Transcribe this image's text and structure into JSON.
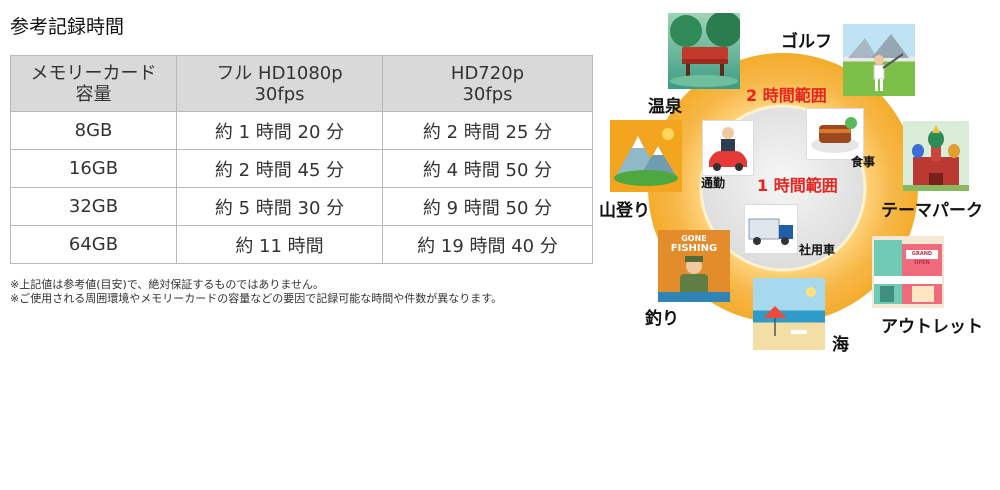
{
  "section_title": "参考記録時間",
  "table": {
    "headers": [
      {
        "line1": "メモリーカード",
        "line2": "容量"
      },
      {
        "line1": "フル HD1080p",
        "line2": "30fps"
      },
      {
        "line1": "HD720p",
        "line2": "30fps"
      }
    ],
    "rows": [
      [
        "8GB",
        "約 1 時間 20 分",
        "約 2 時間 25 分"
      ],
      [
        "16GB",
        "約 2 時間 45 分",
        "約 4 時間 50 分"
      ],
      [
        "32GB",
        "約 5 時間 30 分",
        "約 9 時間 50 分"
      ],
      [
        "64GB",
        "約 11 時間",
        "約 19 時間 40 分"
      ]
    ]
  },
  "notes": [
    "※上記値は参考値(目安)で、絶対保証するものではありません。",
    "※ご使用される周囲環境やメモリーカードの容量などの要因で記録可能な時間や件数が異なります。"
  ],
  "diagram": {
    "outer_range": "2 時間範囲",
    "inner_range": "1 時間範囲",
    "outer_items": [
      "ゴルフ",
      "温泉",
      "テーマパーク",
      "山登り",
      "アウトレット",
      "釣り",
      "海"
    ],
    "inner_items": [
      "通勤",
      "食事",
      "社用車"
    ],
    "fishing_sign": [
      "GONE",
      "FISHING"
    ],
    "shop_sign": "GRAND OPEN",
    "colors": {
      "ring_outer": "#f4ac2c",
      "ring_inner_edge": "#ffd27a",
      "center": "#e2e2e2",
      "range_text": "#e8231e"
    }
  }
}
